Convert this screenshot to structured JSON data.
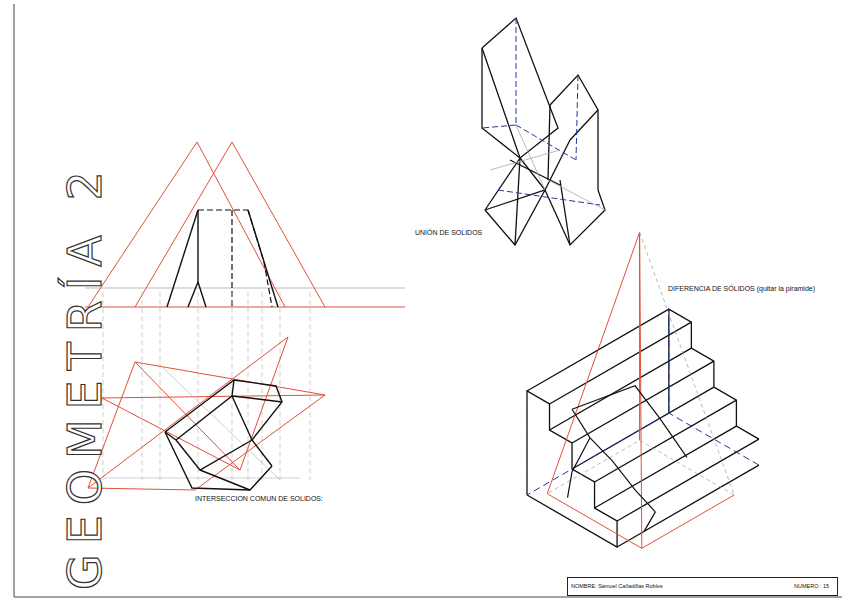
{
  "diagram": {
    "nodes": [
      {
        "text": [
          "NOMBRE: Samuel Cañadillas Robles",
          "NUMERO : 15"
        ]
      }
    ],
    "labels": [
      "GEOMETRÍA 2",
      "UNIÓN DE SOLIDOS",
      "DIFERENCIA DE SÓLIDOS (quitar la piramide)",
      "INTERSECCION COMUN DE SOLIDOS:"
    ]
  }
}
